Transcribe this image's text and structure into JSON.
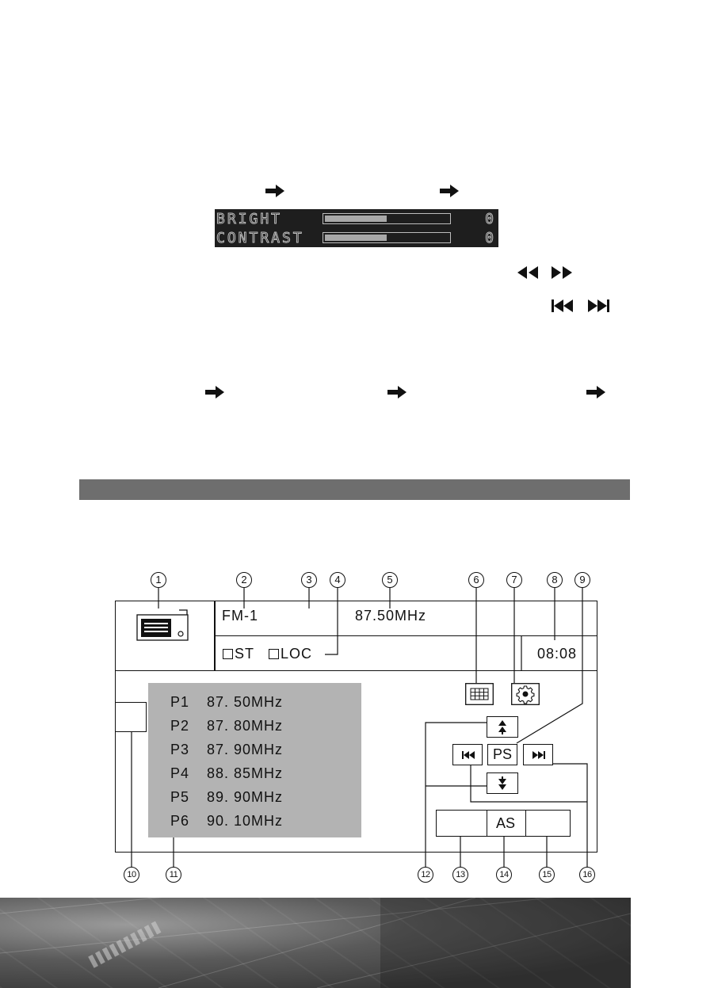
{
  "osd": {
    "rows": [
      {
        "label": "BRIGHT",
        "value": "0",
        "level": 0.5
      },
      {
        "label": "CONTRAST",
        "value": "0",
        "level": 0.5
      }
    ]
  },
  "callouts": [
    "1",
    "2",
    "3",
    "4",
    "5",
    "6",
    "7",
    "8",
    "9",
    "10",
    "11",
    "12",
    "13",
    "14",
    "15",
    "16"
  ],
  "radio": {
    "band": "FM-1",
    "frequency": "87.50MHz",
    "st_label": "ST",
    "loc_label": "LOC",
    "clock": "08:08",
    "presets": [
      {
        "no": "P1",
        "freq": "87. 50MHz"
      },
      {
        "no": "P2",
        "freq": "87. 80MHz"
      },
      {
        "no": "P3",
        "freq": "87. 90MHz"
      },
      {
        "no": "P4",
        "freq": "88. 85MHz"
      },
      {
        "no": "P5",
        "freq": "89. 90MHz"
      },
      {
        "no": "P6",
        "freq": "90. 10MHz"
      }
    ],
    "ps_label": "PS",
    "as_label": "AS"
  },
  "icons": {
    "arrow": "arrow-right-icon",
    "rewind": "rewind-icon",
    "fast_forward": "fast-forward-icon",
    "prev": "skip-previous-icon",
    "next": "skip-next-icon",
    "radio": "radio-icon",
    "grid": "keypad-grid-icon",
    "settings": "gear-icon"
  }
}
